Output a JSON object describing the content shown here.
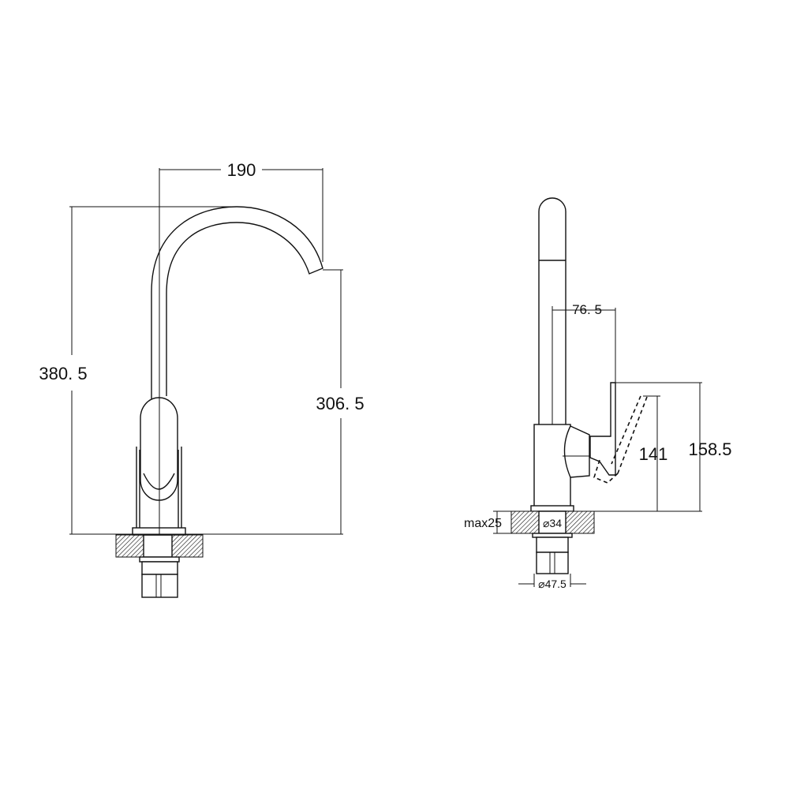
{
  "drawing": {
    "front_view": {
      "width_label": "190",
      "total_height_label": "380. 5",
      "spout_height_label": "306. 5"
    },
    "side_view": {
      "handle_offset_label": "76. 5",
      "lever_height_label": "141",
      "handle_height_label": "158.5",
      "max_thickness_label": "max25",
      "hole_diameter_label": "⌀34",
      "base_diameter_label": "⌀47.5"
    },
    "line_color": "#111111"
  }
}
